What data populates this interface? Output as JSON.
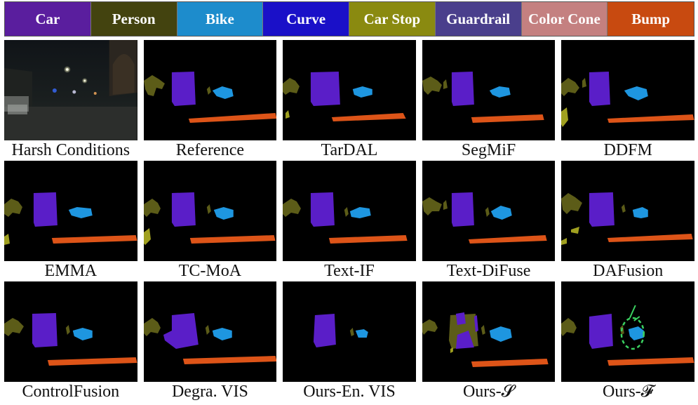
{
  "legend": [
    {
      "label": "Car",
      "color": "#5a1e9e"
    },
    {
      "label": "Person",
      "color": "#43430f"
    },
    {
      "label": "Bike",
      "color": "#1d8ccc"
    },
    {
      "label": "Curve",
      "color": "#1a10c8"
    },
    {
      "label": "Car Stop",
      "color": "#8a8a10"
    },
    {
      "label": "Guardrail",
      "color": "#4a3f8c"
    },
    {
      "label": "Color Cone",
      "color": "#c48080"
    },
    {
      "label": "Bump",
      "color": "#c84a10"
    }
  ],
  "segment_colors": {
    "car": "#5a1ec8",
    "person": "#5c5c18",
    "bike": "#1e96e0",
    "bump": "#dd5418",
    "car_stop": "#a0a020",
    "highlight": "#3ad060"
  },
  "panels": [
    {
      "caption": "Harsh Conditions",
      "kind": "photo"
    },
    {
      "caption": "Reference",
      "kind": "seg"
    },
    {
      "caption": "TarDAL",
      "kind": "seg"
    },
    {
      "caption": "SegMiF",
      "kind": "seg"
    },
    {
      "caption": "DDFM",
      "kind": "seg"
    },
    {
      "caption": "EMMA",
      "kind": "seg"
    },
    {
      "caption": "TC-MoA",
      "kind": "seg"
    },
    {
      "caption": "Text-IF",
      "kind": "seg"
    },
    {
      "caption": "Text-DiFuse",
      "kind": "seg"
    },
    {
      "caption": "DAFusion",
      "kind": "seg"
    },
    {
      "caption": "ControlFusion",
      "kind": "seg"
    },
    {
      "caption": "Degra. VIS",
      "kind": "seg"
    },
    {
      "caption": "Ours-En. VIS",
      "kind": "seg"
    },
    {
      "caption": "Ours-𝓢",
      "kind": "seg"
    },
    {
      "caption": "Ours-𝓕",
      "kind": "seg"
    }
  ]
}
